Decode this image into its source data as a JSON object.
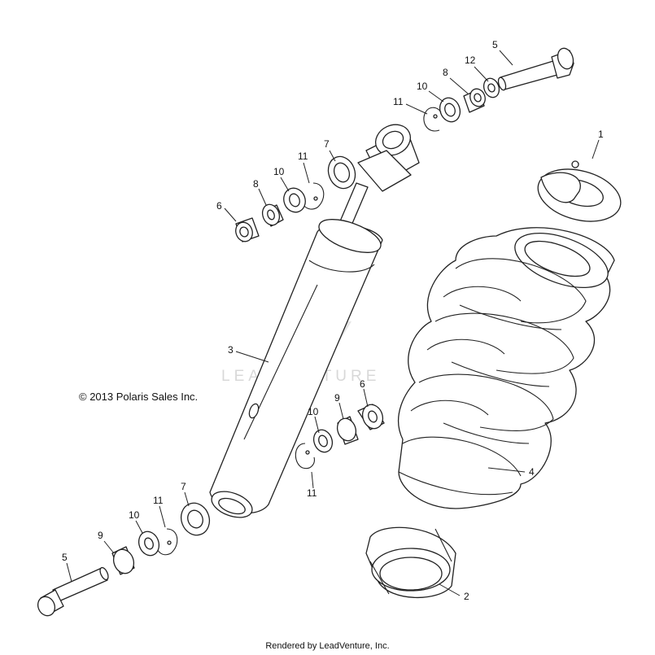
{
  "watermark": {
    "text": "LEADVENTURE"
  },
  "copyright": "© 2013 Polaris Sales Inc.",
  "footer": "Rendered by LeadVenture, Inc.",
  "callouts": [
    {
      "id": "c5_top",
      "label": "5"
    },
    {
      "id": "c12",
      "label": "12"
    },
    {
      "id": "c8_top",
      "label": "8"
    },
    {
      "id": "c10_top",
      "label": "10"
    },
    {
      "id": "c11_top",
      "label": "11"
    },
    {
      "id": "c7_top",
      "label": "7"
    },
    {
      "id": "c11_mid",
      "label": "11"
    },
    {
      "id": "c10_mid",
      "label": "10"
    },
    {
      "id": "c8_mid",
      "label": "8"
    },
    {
      "id": "c6_top",
      "label": "6"
    },
    {
      "id": "c1",
      "label": "1"
    },
    {
      "id": "c3",
      "label": "3"
    },
    {
      "id": "c6_low",
      "label": "6"
    },
    {
      "id": "c9_low",
      "label": "9"
    },
    {
      "id": "c10_low",
      "label": "10"
    },
    {
      "id": "c11_low",
      "label": "11"
    },
    {
      "id": "c4",
      "label": "4"
    },
    {
      "id": "c7_bot",
      "label": "7"
    },
    {
      "id": "c11_bot",
      "label": "11"
    },
    {
      "id": "c10_bot",
      "label": "10"
    },
    {
      "id": "c9_bot",
      "label": "9"
    },
    {
      "id": "c5_bot",
      "label": "5"
    },
    {
      "id": "c2",
      "label": "2"
    }
  ]
}
